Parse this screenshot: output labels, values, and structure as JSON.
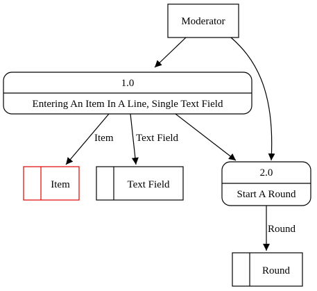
{
  "diagram": {
    "entities": [
      {
        "id": "moderator",
        "label": "Moderator"
      }
    ],
    "processes": [
      {
        "id": "p1",
        "number": "1.0",
        "label": "Entering An Item In A Line, Single Text Field"
      },
      {
        "id": "p2",
        "number": "2.0",
        "label": "Start A Round"
      }
    ],
    "data_stores": [
      {
        "id": "store-item",
        "label": "Item",
        "color": "#e00000"
      },
      {
        "id": "store-text-field",
        "label": "Text Field",
        "color": "#000000"
      },
      {
        "id": "store-round",
        "label": "Round",
        "color": "#000000"
      }
    ],
    "flows": [
      {
        "from": "Moderator",
        "to": "1.0",
        "label": ""
      },
      {
        "from": "Moderator",
        "to": "2.0",
        "label": ""
      },
      {
        "from": "1.0",
        "to": "Item",
        "label": "Item"
      },
      {
        "from": "1.0",
        "to": "Text Field",
        "label": "Text Field"
      },
      {
        "from": "1.0",
        "to": "2.0",
        "label": ""
      },
      {
        "from": "2.0",
        "to": "Round",
        "label": "Round"
      }
    ]
  }
}
